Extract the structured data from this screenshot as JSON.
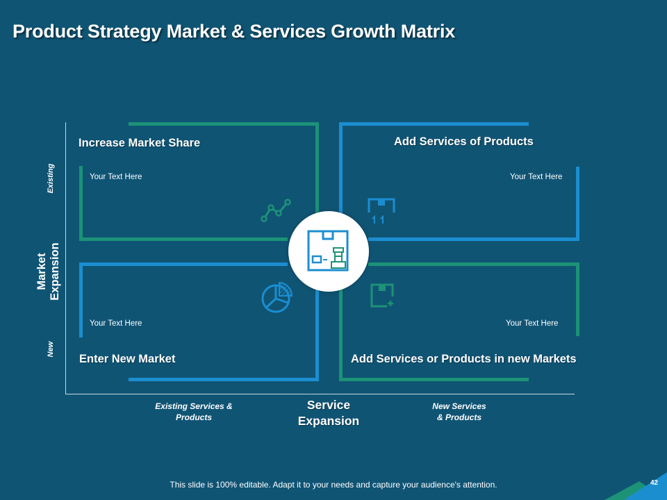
{
  "title": "Product Strategy Market & Services Growth Matrix",
  "quadrants": {
    "top_left": {
      "heading": "Increase Market Share",
      "text": "Your Text Here",
      "icon": "line-graph-icon"
    },
    "top_right": {
      "heading": "Add Services of Products",
      "text": "Your Text Here",
      "icon": "box-arrows-up-icon"
    },
    "bottom_left": {
      "heading": "Enter New Market",
      "text": "Your Text Here",
      "icon": "pie-chart-icon"
    },
    "bottom_right": {
      "heading": "Add Services or Products in new Markets",
      "text": "Your Text Here",
      "icon": "box-plus-icon"
    }
  },
  "center_icon": "box-strategy-icon",
  "y_axis": {
    "title_line1": "Market",
    "title_line2": "Expansion",
    "top_label": "Existing",
    "bottom_label": "New"
  },
  "x_axis": {
    "title_line1": "Service",
    "title_line2": "Expansion",
    "left_label_line1": "Existing Services &",
    "left_label_line2": "Products",
    "right_label_line1": "New Services",
    "right_label_line2": "& Products"
  },
  "footer": "This slide is 100% editable. Adapt it to your needs and capture your audience's attention.",
  "page_number": "42",
  "colors": {
    "background": "#105474",
    "green": "#1c9277",
    "blue": "#1b8ed0"
  }
}
